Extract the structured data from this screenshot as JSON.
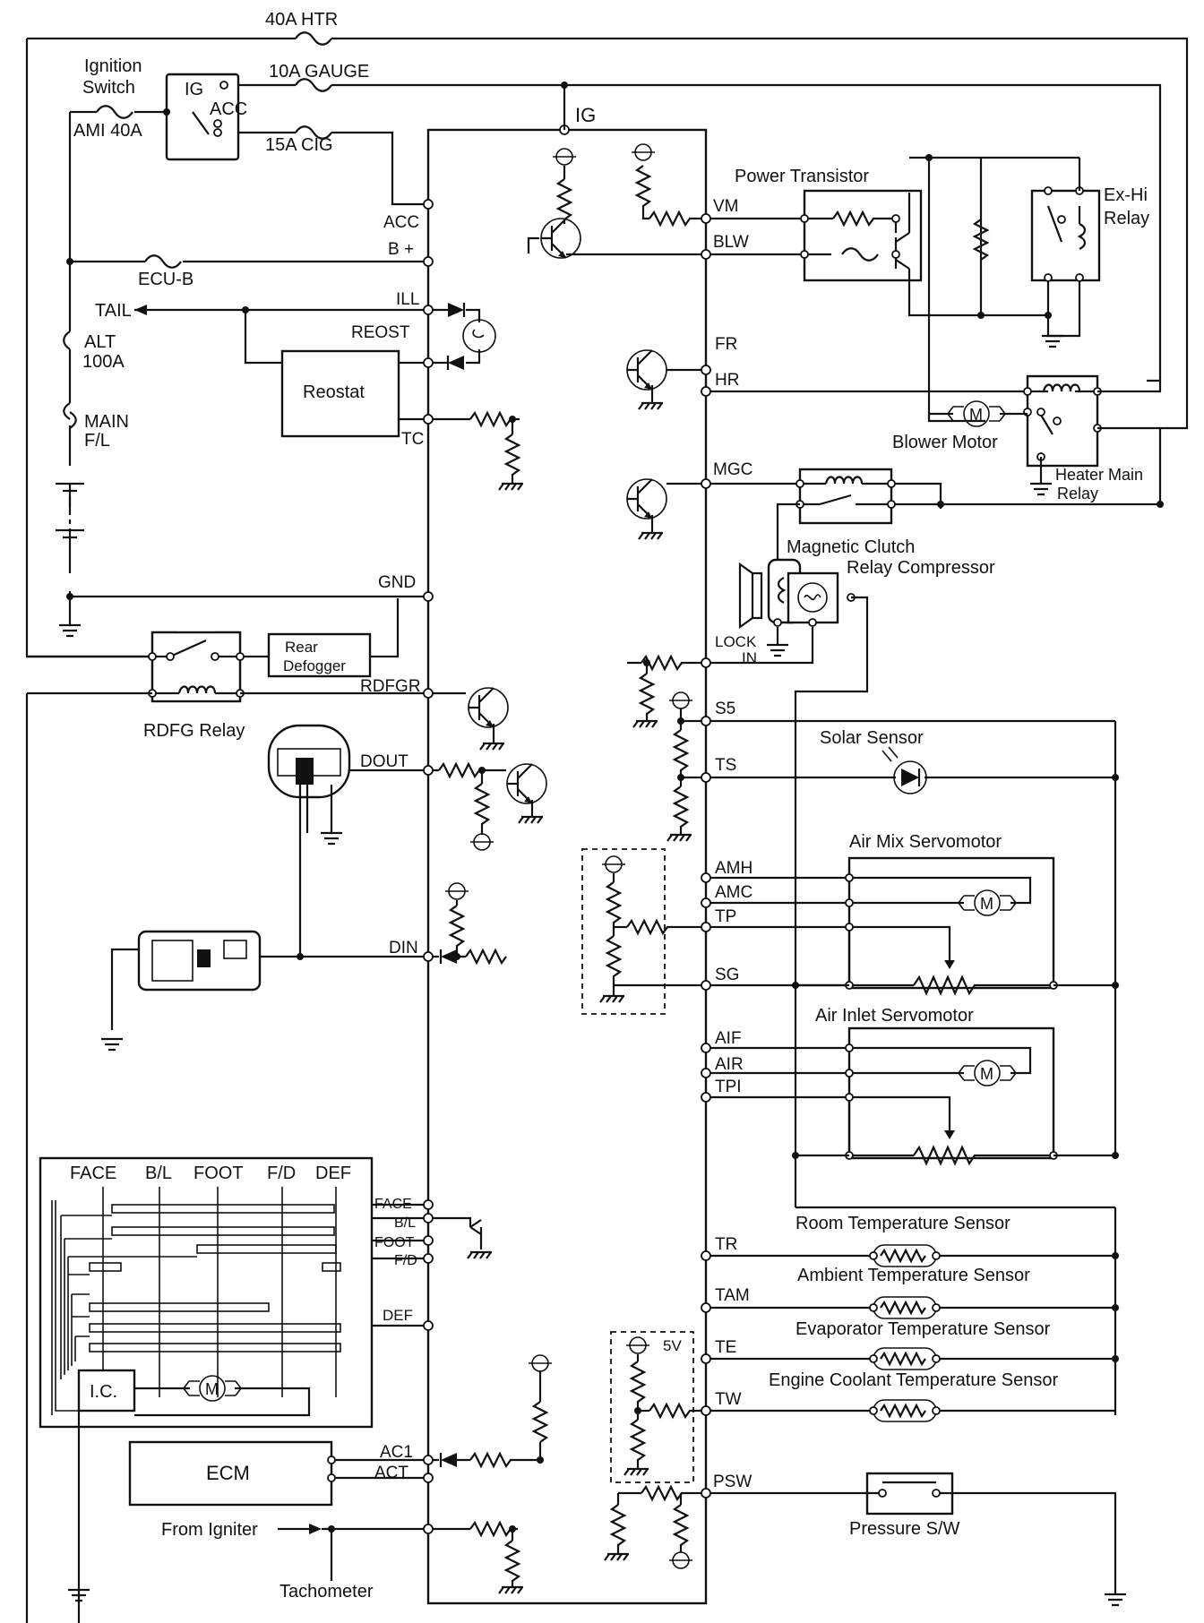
{
  "power": {
    "fuse_htr": "40A   HTR",
    "fuse_gauge": "10A   GAUGE",
    "fuse_cig": "15A    CIG",
    "ignition_switch": [
      "Ignition",
      "Switch"
    ],
    "ig_pos": "IG",
    "acc_pos": "ACC",
    "ami": "AMI 40A",
    "ecu_b": "ECU-B",
    "tail": "TAIL",
    "alt": [
      "ALT",
      "100A"
    ],
    "main": [
      "MAIN",
      "F/L"
    ]
  },
  "ecu": {
    "ig": "IG",
    "left_pins": [
      "ACC",
      "B +",
      "ILL",
      "REOST",
      "TC",
      "GND",
      "RDFGR",
      "DOUT",
      "DIN",
      "FACE",
      "B/L",
      "FOOT",
      "F/D",
      "DEF",
      "AC1",
      "ACT"
    ],
    "right_pins": [
      "VM",
      "BLW",
      "FR",
      "HR",
      "MGC",
      "S5",
      "TS",
      "AMH",
      "AMC",
      "TP",
      "SG",
      "AIF",
      "AIR",
      "TPI",
      "TR",
      "TAM",
      "TE",
      "TW",
      "PSW"
    ]
  },
  "components": {
    "reostat": "Reostat",
    "rear_defogger": [
      "Rear",
      "Defogger"
    ],
    "rdfg_relay": "RDFG Relay",
    "power_transistor": "Power Transistor",
    "exhi_relay": [
      "Ex-Hi",
      "Relay"
    ],
    "blower_motor": "Blower Motor",
    "heater_main_relay": [
      "Heater Main",
      "Relay"
    ],
    "magnetic_clutch": [
      "Magnetic Clutch",
      "Relay Compressor"
    ],
    "lock_in": [
      "LOCK",
      "IN"
    ],
    "solar_sensor": "Solar Sensor",
    "air_mix_servo": "Air Mix Servomotor",
    "air_inlet_servo": "Air Inlet Servomotor",
    "room_temp": "Room Temperature Sensor",
    "ambient_temp": "Ambient Temperature Sensor",
    "evap_temp": "Evaporator Temperature Sensor",
    "coolant_temp": "Engine Coolant Temperature Sensor",
    "pressure_sw": "Pressure S/W",
    "ecm": "ECM",
    "from_igniter": "From Igniter",
    "tachometer": "Tachometer",
    "five_v": "5V",
    "motor_symbol": "M"
  },
  "mode_servo": {
    "modes": [
      "FACE",
      "B/L",
      "FOOT",
      "F/D",
      "DEF"
    ],
    "ic": "I.C."
  }
}
